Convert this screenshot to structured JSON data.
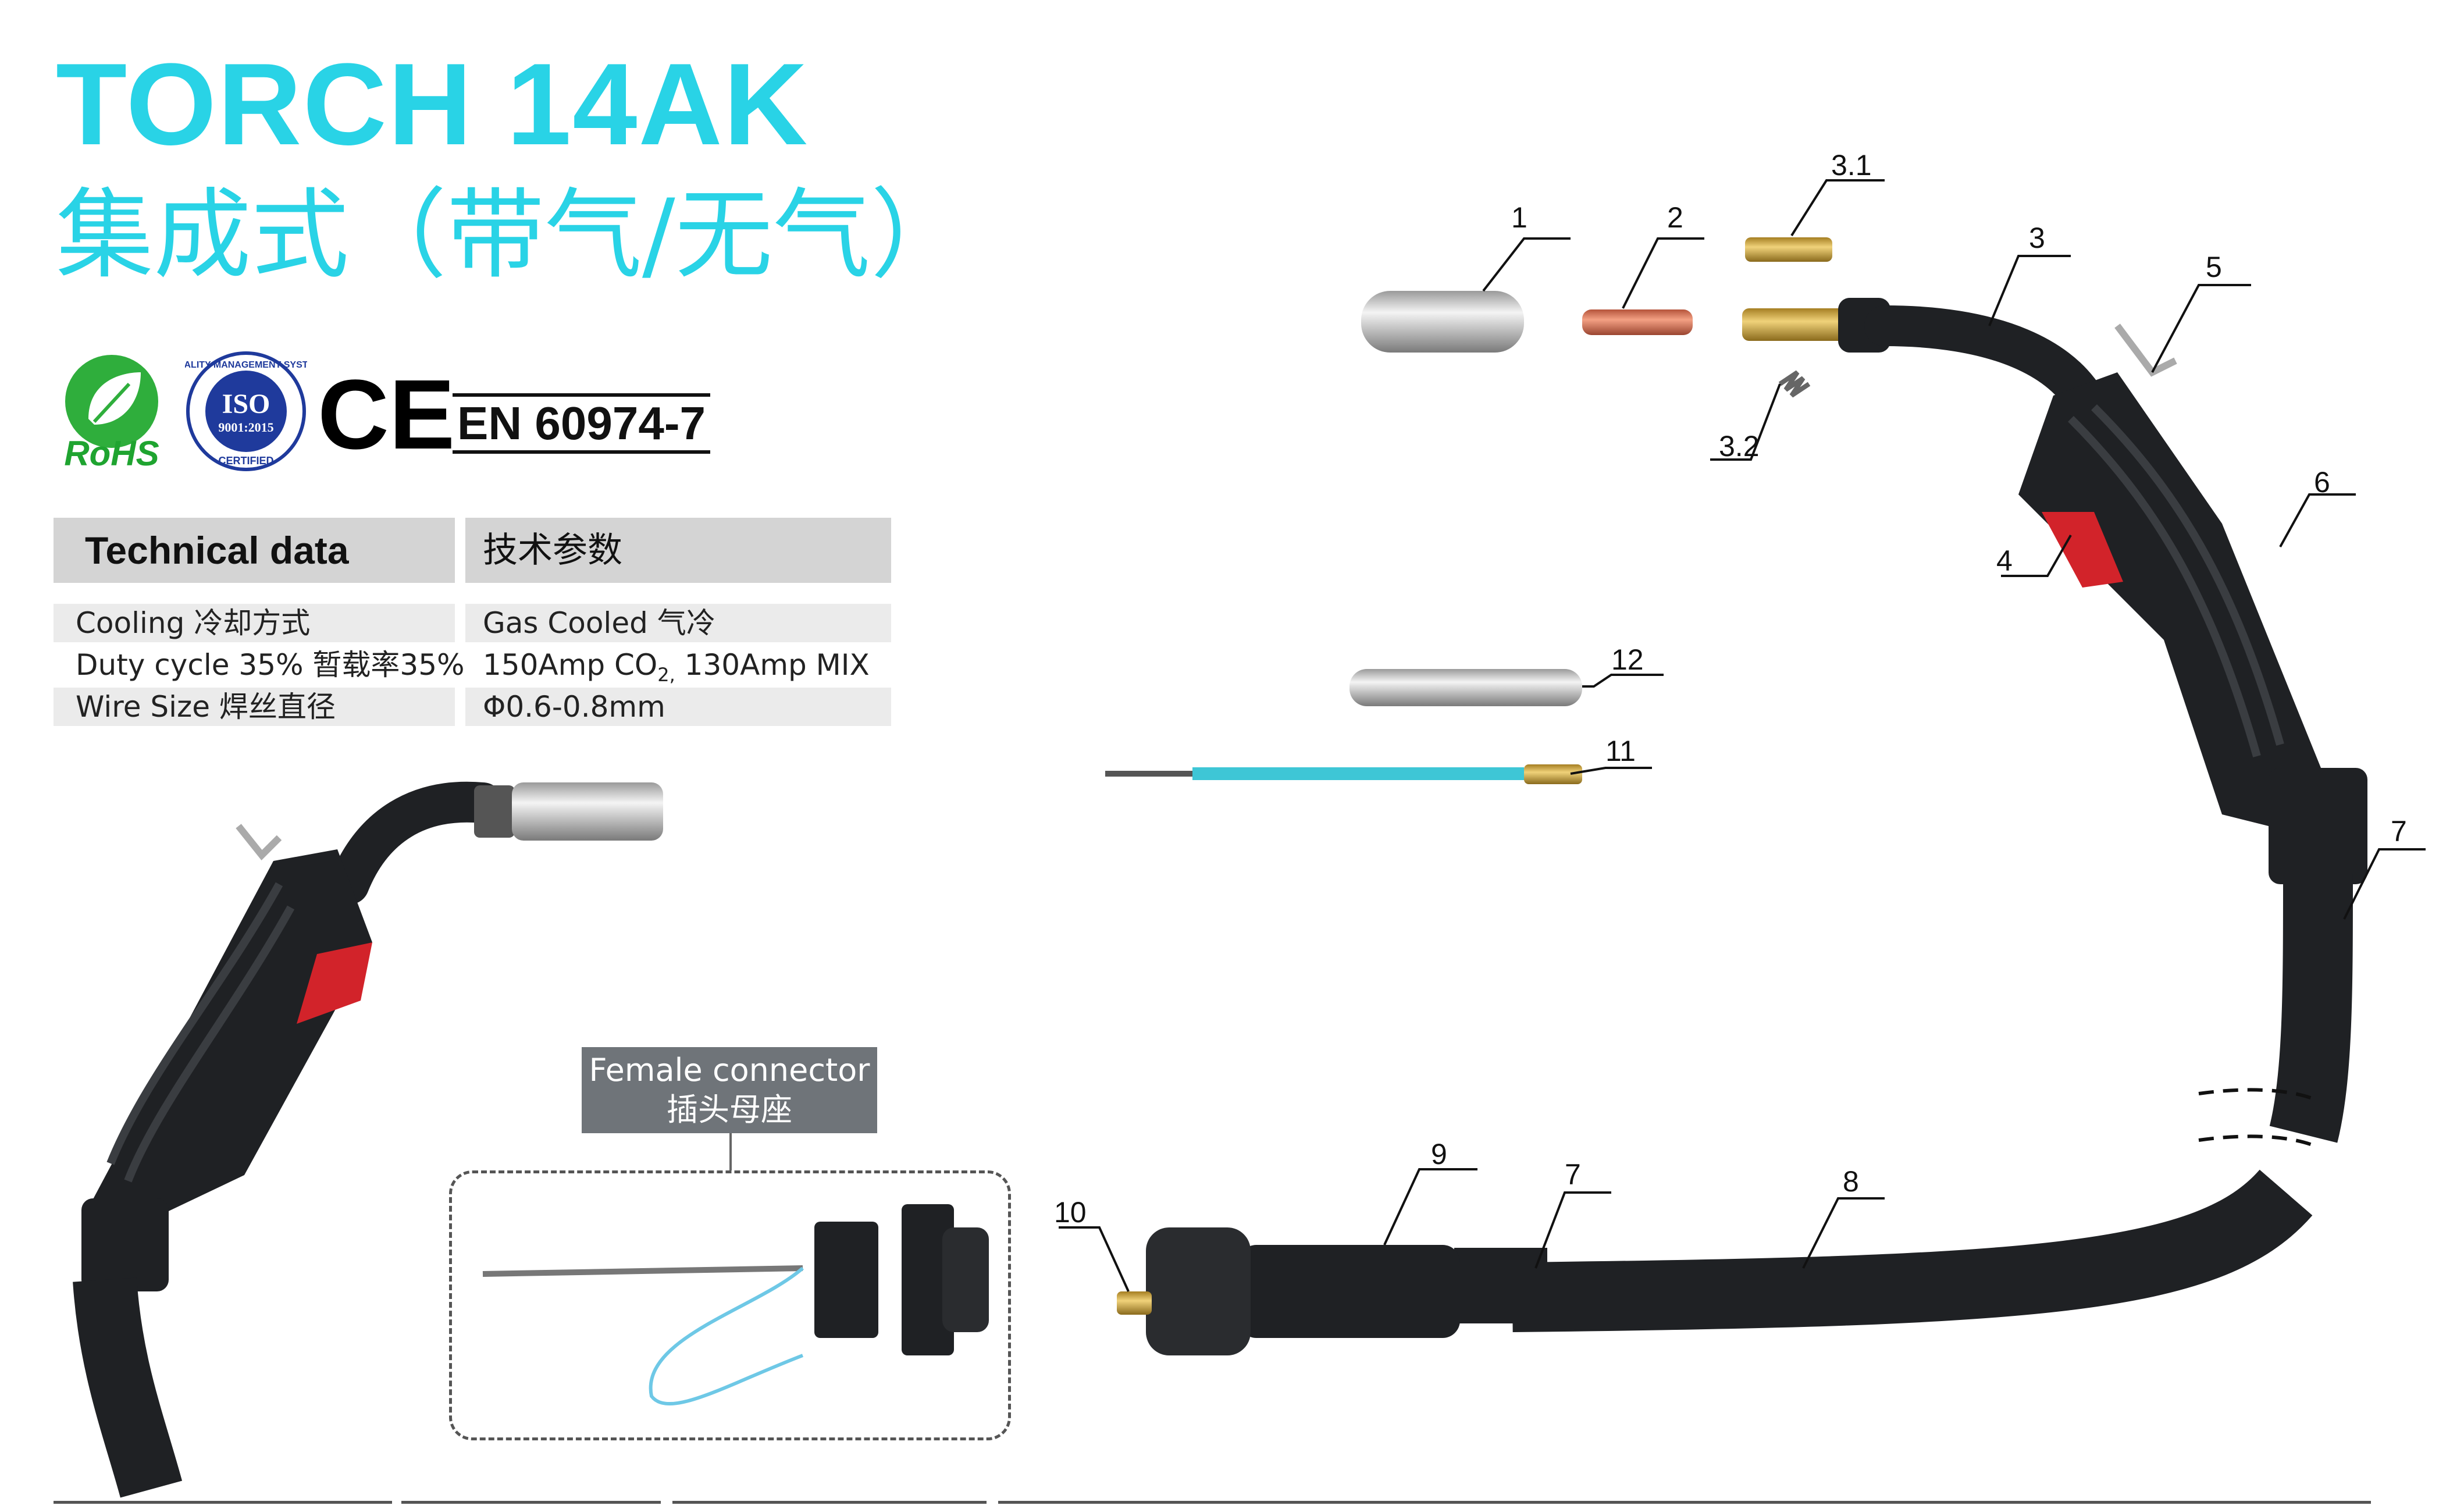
{
  "header": {
    "title": "TORCH 14AK",
    "subtitle": "集成式（带气/无气）"
  },
  "certifications": {
    "rohs": "RoHS",
    "iso_top": "QUALITY MANAGEMENT SYSTEM",
    "iso_center": "ISO",
    "iso_number": "9001:2015",
    "iso_bottom": "CERTIFIED",
    "ce": "CE",
    "standard": "EN 60974-7"
  },
  "technical_data": {
    "header_en": "Technical data",
    "header_cn": "技术参数",
    "rows": [
      {
        "label": "Cooling 冷却方式",
        "value": "Gas Cooled 气冷"
      },
      {
        "label": "Duty cycle 35% 暂载率35%",
        "value": "150Amp CO",
        "value_sub": "2,",
        "value_tail": " 130Amp MIX"
      },
      {
        "label": "Wire Size 焊丝直径",
        "value": "Φ0.6-0.8mm"
      }
    ]
  },
  "female_connector": {
    "label_en": "Female connector",
    "label_cn": "插头母座"
  },
  "callouts": [
    "1",
    "2",
    "3.1",
    "3",
    "5",
    "3.2",
    "6",
    "4",
    "12",
    "11",
    "7",
    "9",
    "7",
    "8",
    "10"
  ],
  "colors": {
    "accent": "#29d3e6",
    "handle": "#1f2124",
    "trigger": "#d2232a",
    "liner": "#3ec6d6",
    "brass": "#c9a240",
    "copper": "#d9704d"
  }
}
